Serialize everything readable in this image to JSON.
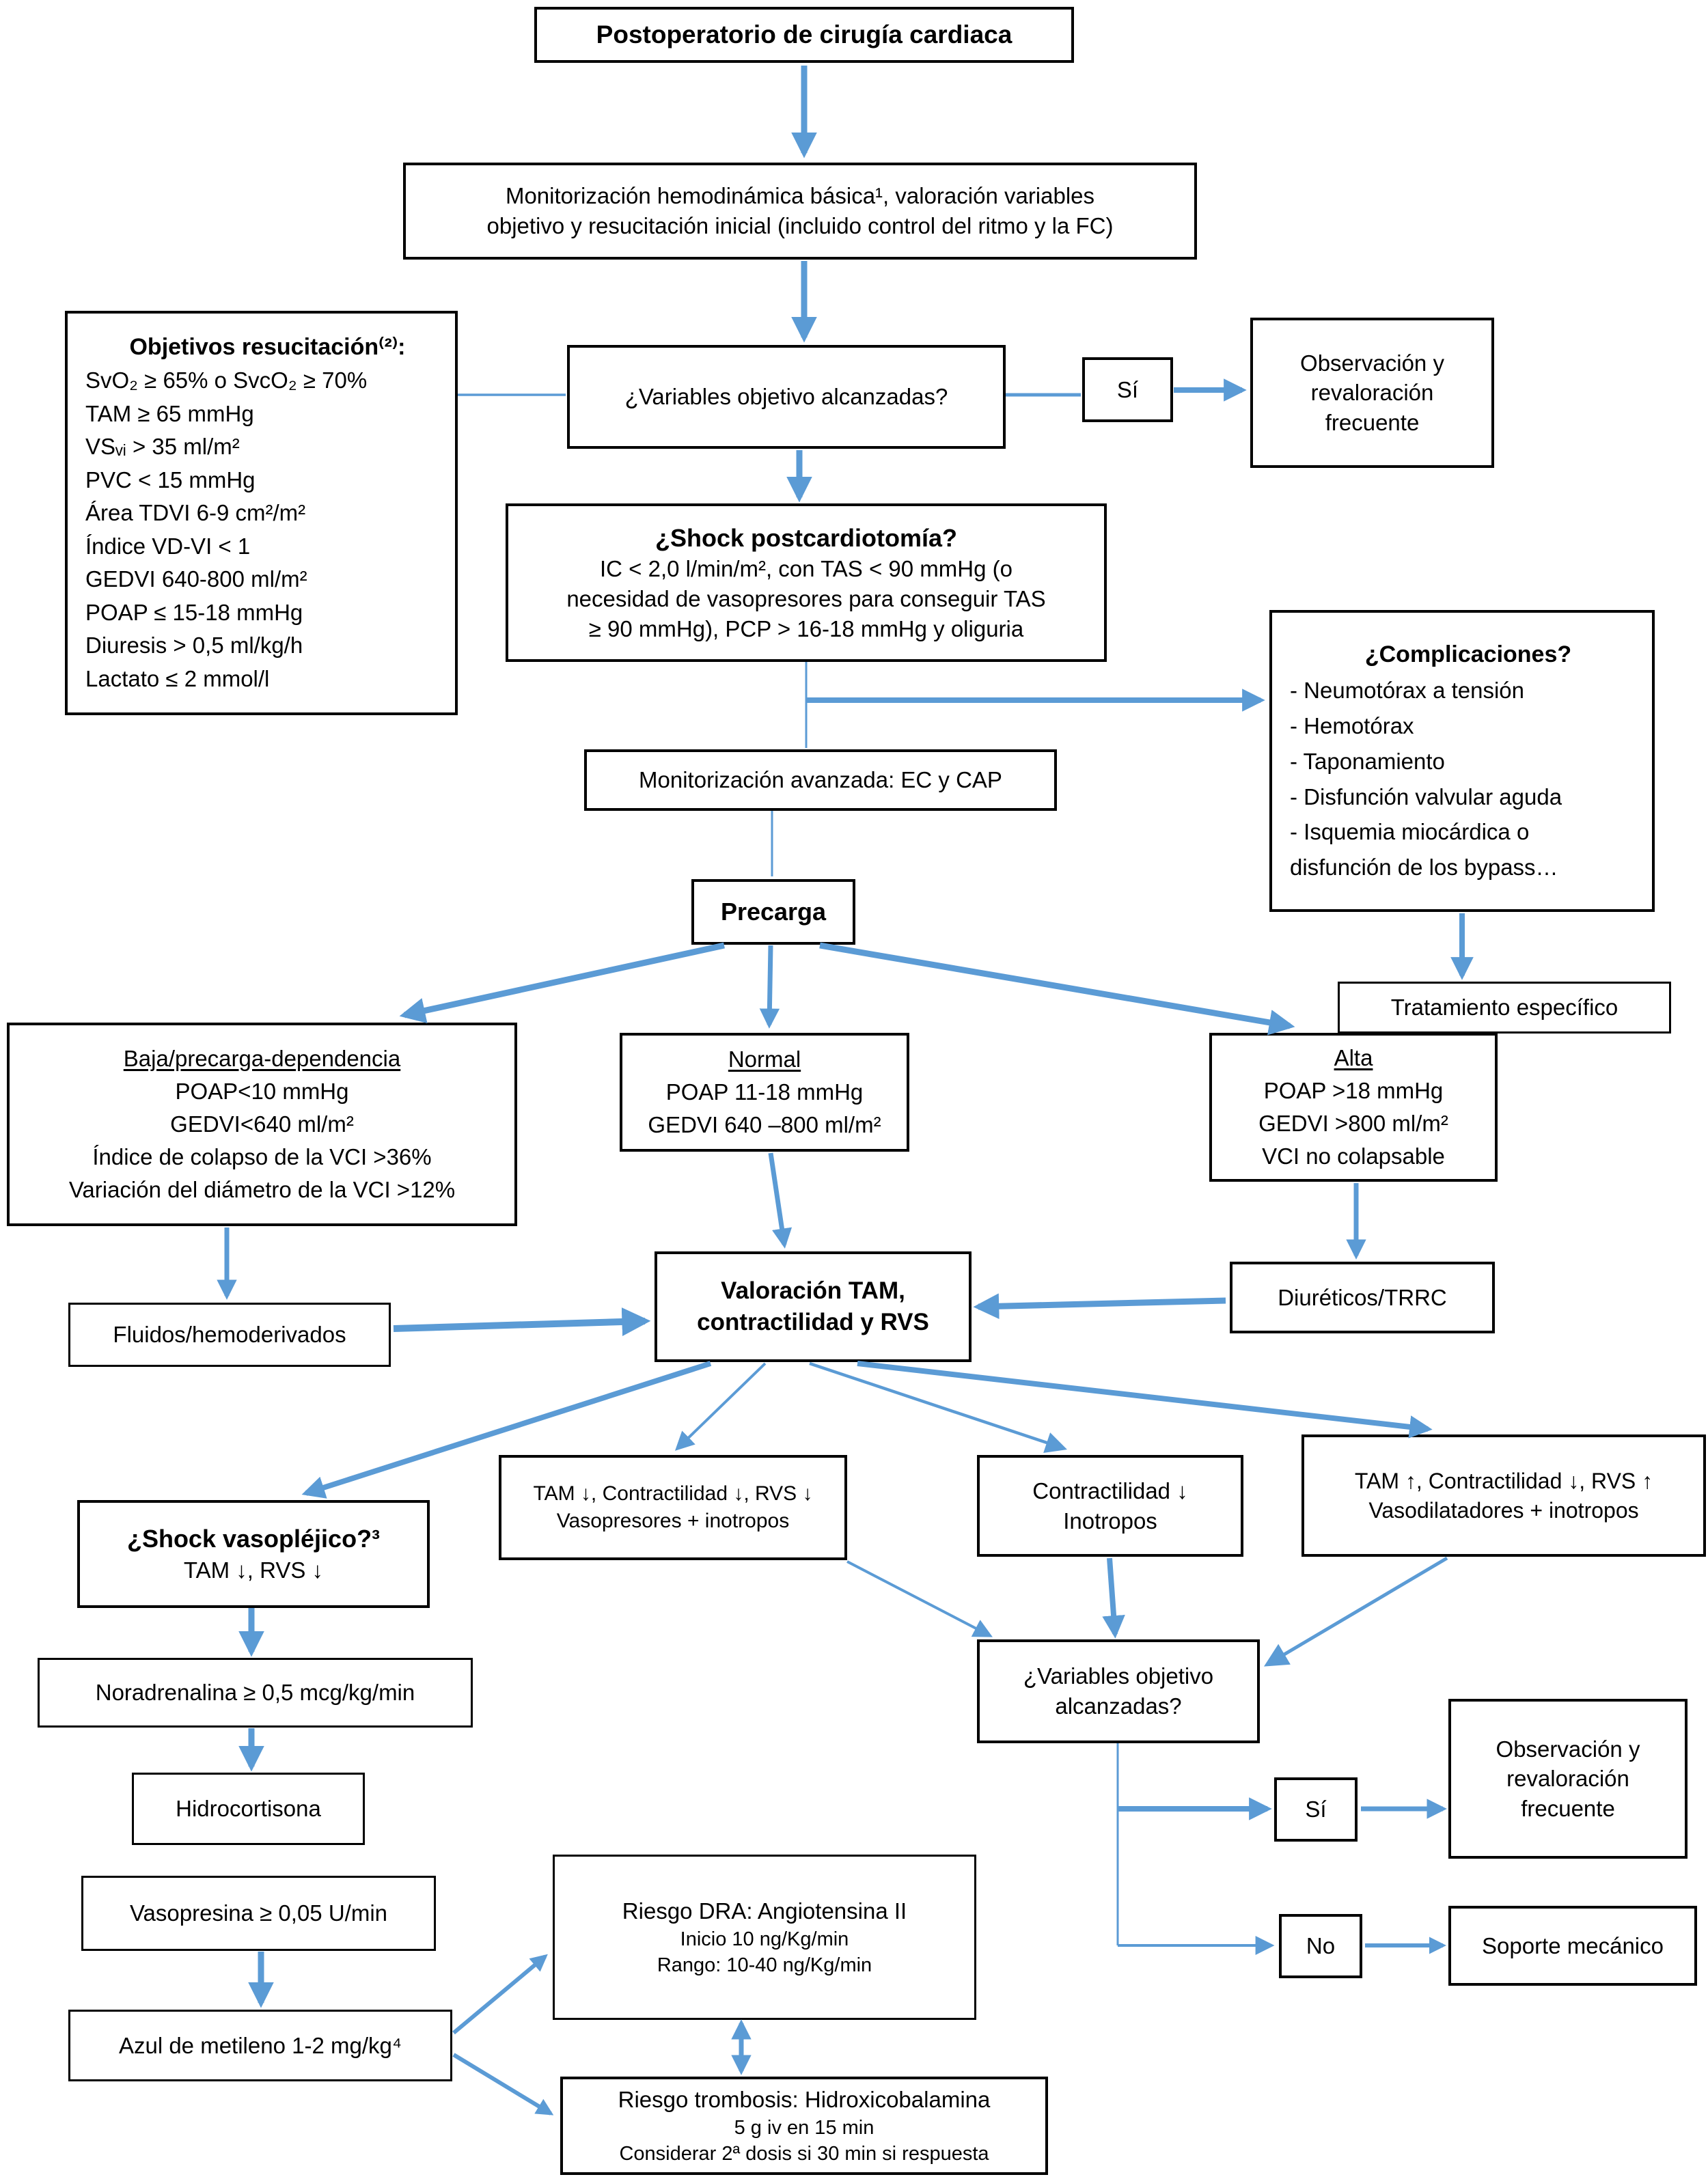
{
  "colors": {
    "arrow": "#5B9BD5",
    "box_border": "#000000",
    "box_bg": "#ffffff",
    "text": "#000000"
  },
  "nodes": {
    "title": {
      "text": "Postoperatorio de cirugía cardiaca"
    },
    "monitor_basica": {
      "line1": "Monitorización hemodinámica básica¹, valoración variables",
      "line2": "objetivo y resucitación inicial (incluido control del ritmo y la FC)"
    },
    "objetivos": {
      "title": "Objetivos resucitación⁽²⁾:",
      "items": [
        "SvO₂ ≥ 65% o SvcO₂ ≥ 70%",
        "TAM ≥ 65 mmHg",
        "VSᵥᵢ > 35 ml/m²",
        "PVC < 15 mmHg",
        "Área TDVI 6-9 cm²/m²",
        "Índice VD-VI < 1",
        "GEDVI 640-800 ml/m²",
        "POAP ≤ 15-18 mmHg",
        "Diuresis > 0,5 ml/kg/h",
        "Lactato ≤ 2 mmol/l"
      ]
    },
    "variables1": {
      "text": "¿Variables objetivo alcanzadas?"
    },
    "si1": {
      "label": "Sí"
    },
    "obs1": {
      "line1": "Observación y",
      "line2": "revaloración",
      "line3": "frecuente"
    },
    "shock_post": {
      "title": "¿Shock postcardiotomía?",
      "line1": "IC < 2,0 l/min/m², con TAS < 90 mmHg (o",
      "line2": "necesidad de vasopresores para conseguir TAS",
      "line3": "≥ 90 mmHg), PCP > 16-18 mmHg y oliguria"
    },
    "complicaciones": {
      "title": "¿Complicaciones?",
      "items": [
        "- Neumotórax a tensión",
        "- Hemotórax",
        "- Taponamiento",
        "- Disfunción valvular aguda",
        "- Isquemia miocárdica o",
        "disfunción de los bypass…"
      ]
    },
    "tratamiento": {
      "text": "Tratamiento específico"
    },
    "monitor_avanzada": {
      "text": "Monitorización avanzada: EC y CAP"
    },
    "precarga": {
      "text": "Precarga"
    },
    "baja": {
      "title": "Baja/precarga-dependencia",
      "line1": "POAP<10 mmHg",
      "line2": "GEDVI<640 ml/m²",
      "line3": "Índice de colapso de la VCI >36%",
      "line4": "Variación del diámetro de la VCI >12%"
    },
    "normal": {
      "title": "Normal",
      "line1": "POAP 11-18 mmHg",
      "line2": "GEDVI 640 –800 ml/m²"
    },
    "alta": {
      "title": "Alta",
      "line1": "POAP >18 mmHg",
      "line2": "GEDVI >800 ml/m²",
      "line3": "VCI no colapsable"
    },
    "fluidos": {
      "text": "Fluidos/hemoderivados"
    },
    "valoracion": {
      "line1": "Valoración TAM,",
      "line2": "contractilidad y RVS"
    },
    "diureticos": {
      "text": "Diuréticos/TRRC"
    },
    "vasoplejico": {
      "title": "¿Shock vasopléjico?³",
      "line": "TAM ↓, RVS ↓"
    },
    "tam_down": {
      "line1": "TAM ↓, Contractilidad ↓, RVS ↓",
      "line2": "Vasopresores + inotropos"
    },
    "contractilidad": {
      "line1": "Contractilidad ↓",
      "line2": "Inotropos"
    },
    "tam_up": {
      "line1": "TAM ↑, Contractilidad ↓, RVS ↑",
      "line2": "Vasodilatadores + inotropos"
    },
    "variables2": {
      "line1": "¿Variables objetivo",
      "line2": "alcanzadas?"
    },
    "si2": {
      "label": "Sí"
    },
    "obs2": {
      "line1": "Observación y",
      "line2": "revaloración",
      "line3": "frecuente"
    },
    "no2": {
      "label": "No"
    },
    "soporte": {
      "text": "Soporte mecánico"
    },
    "noradrenalina": {
      "text": "Noradrenalina ≥ 0,5 mcg/kg/min"
    },
    "hidrocortisona": {
      "text": "Hidrocortisona"
    },
    "vasopresina": {
      "text": "Vasopresina ≥ 0,05 U/min"
    },
    "azul_metileno": {
      "text": "Azul de metileno 1-2 mg/kg⁴"
    },
    "riesgo_dra": {
      "line1": "Riesgo DRA: Angiotensina II",
      "line2": "Inicio 10 ng/Kg/min",
      "line3": "Rango: 10-40 ng/Kg/min"
    },
    "riesgo_trombosis": {
      "line1": "Riesgo trombosis: Hidroxicobalamina",
      "line2": "5 g iv en 15 min",
      "line3": "Considerar 2ª dosis si 30 min si respuesta"
    }
  }
}
